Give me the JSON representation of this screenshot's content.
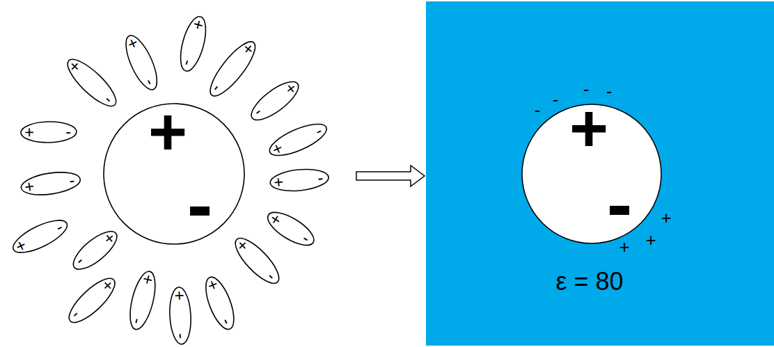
{
  "diagram": {
    "nodes": [
      {
        "text": [
          "+",
          "-"
        ]
      },
      {
        "text": [
          "+",
          "-"
        ]
      },
      {
        "text": [
          "+",
          "-"
        ]
      },
      {
        "text": [
          "+",
          "-"
        ]
      },
      {
        "text": [
          "+",
          "-"
        ]
      },
      {
        "text": [
          "+",
          "-"
        ]
      },
      {
        "text": [
          "+",
          "-"
        ]
      },
      {
        "text": [
          "+",
          "-"
        ]
      },
      {
        "text": [
          "+",
          "-"
        ]
      },
      {
        "text": [
          "+",
          "-"
        ]
      },
      {
        "text": [
          "+",
          "-"
        ]
      },
      {
        "text": [
          "+",
          "-"
        ]
      },
      {
        "text": [
          "+",
          "-"
        ]
      },
      {
        "text": [
          "+",
          "-"
        ]
      },
      {
        "text": [
          "+",
          "-"
        ]
      },
      {
        "text": [
          "+",
          "-"
        ]
      },
      {
        "text": [
          "+",
          "-"
        ]
      },
      {
        "text": [
          "+",
          "-"
        ]
      },
      {
        "text": [
          "-",
          "-",
          "-",
          "-",
          "+",
          "+",
          "+",
          "ε = 80"
        ]
      },
      {
        "text": [
          "+",
          "-"
        ],
        "in": 18
      }
    ]
  }
}
